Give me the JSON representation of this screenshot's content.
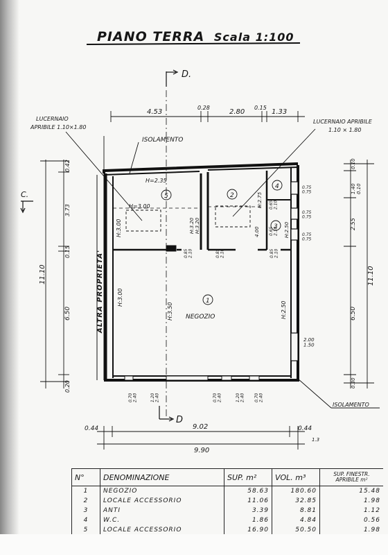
{
  "title": {
    "main": "PIANO TERRA",
    "scale": "Scala 1:100"
  },
  "section_marks": {
    "top": "D.",
    "bottom": "D",
    "left": "C."
  },
  "dims_top": [
    "4.53",
    "0.28",
    "2.80",
    "0.15",
    "1.33"
  ],
  "dims_bottom": {
    "left_offset": "0.44",
    "inner": "9.02",
    "right_offset": "0.44",
    "total": "9.90",
    "note": "1.3"
  },
  "dims_left": {
    "a": "0.42",
    "b": "3.73",
    "c": "0.15",
    "d": "6.50",
    "e": "0.20",
    "total": "11.10"
  },
  "dims_right": {
    "a": "0.10",
    "b": "1.40",
    "b2": "0.10",
    "c": "2.55",
    "d": "6.50",
    "e": "0.30",
    "total": "11.10"
  },
  "labels": {
    "skylight_left": "LUCERNAIO",
    "skylight_left_2": "APRIBILE 1.10×1.80",
    "skylight_right": "LUCERNAIO APRIBILE",
    "skylight_right_2": "1.10 × 1.80",
    "isolamento_top": "ISOLAMENTO",
    "isolamento_bottom": "ISOLAMENTO",
    "altra_proprieta": "ALTRA PROPRIETA'",
    "negozio": "NEGOZIO"
  },
  "room_numbers": [
    "1",
    "2",
    "3",
    "4",
    "5"
  ],
  "heights": {
    "h235": "H=2.35",
    "h300_top": "H=3.00",
    "h300_v": "H:3.00",
    "h300_v2": "H:3.00",
    "h350": "H:3.50",
    "h320a": "H:3.20",
    "h320b": "H:3.20",
    "h275": "H:2.75",
    "h250": "H:2.50",
    "h250b": "H:2.50",
    "w400": "4.00"
  },
  "openings": {
    "d1": "0.85\n2.10",
    "d2": "0.85\n2.10",
    "d3": "0.85\n2.10",
    "d4": "0.65\n2.10",
    "d5": "0.65\n2.10",
    "w1": "0.75\n0.75",
    "w2": "0.75\n0.75",
    "w3": "0.75\n0.75",
    "door_main": "2.00\n1.50",
    "b1": "0.70\n2.40",
    "b2": "1.20\n2.40",
    "b3": "0.70\n2.40",
    "b4": "1.20\n2.40",
    "b5": "0.70\n2.40"
  },
  "legend": {
    "headers": [
      "N°",
      "DENOMINAZIONE",
      "SUP. m²",
      "VOL. m³",
      "SUP. FINESTR. APRIBILE m²"
    ],
    "rows": [
      [
        "1",
        "NEGOZIO",
        "58.63",
        "180.60",
        "15.48"
      ],
      [
        "2",
        "LOCALE ACCESSORIO",
        "11.06",
        "32.85",
        "1.98"
      ],
      [
        "3",
        "ANTI",
        "3.39",
        "8.81",
        "1.12"
      ],
      [
        "4",
        "W.C.",
        "1.86",
        "4.84",
        "0.56"
      ],
      [
        "5",
        "LOCALE ACCESSORIO",
        "16.90",
        "50.50",
        "1.98"
      ]
    ]
  }
}
